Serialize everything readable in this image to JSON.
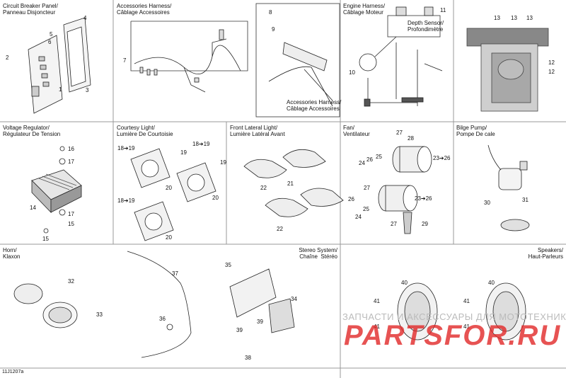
{
  "cells": {
    "circuit_breaker": {
      "title": "Circuit Breaker Panel/\nPanneau Disjoncteur",
      "callouts": [
        "1",
        "2",
        "3",
        "4",
        "5",
        "6"
      ]
    },
    "accessories_harness": {
      "title": "Accessories Harness/\nCâblage Accessoires",
      "callouts": [
        "7",
        "8",
        "9"
      ],
      "inset_label": "Accessories Harness/\nCâblage Accessoires"
    },
    "engine_harness": {
      "title": "Engine Harness/\nCâblage Moteur",
      "callouts": [
        "10",
        "11"
      ],
      "inset_label": "Depth Sensor/\nProfondimètre"
    },
    "engine_photo": {
      "callouts": [
        "13",
        "13",
        "13",
        "12",
        "12"
      ]
    },
    "voltage_regulator": {
      "title": "Voltage Regulator/\nRégulateur De Tension",
      "callouts": [
        "14",
        "15",
        "16",
        "17",
        "17",
        "15"
      ]
    },
    "courtesy_light": {
      "title": "Courtesy Light/\nLumière De Courtoisie",
      "callouts": [
        "18➔19",
        "18➔19",
        "18➔19",
        "19",
        "19",
        "20",
        "20",
        "20"
      ]
    },
    "front_lateral_light": {
      "title": "Front Lateral Light/\nLumière Latéral Avant",
      "callouts": [
        "21",
        "22",
        "22"
      ]
    },
    "fan": {
      "title": "Fan/\nVentilateur",
      "callouts": [
        "27",
        "28",
        "25",
        "26",
        "24",
        "23➔26",
        "27",
        "26",
        "25",
        "24",
        "23➔26",
        "27",
        "29"
      ]
    },
    "bilge_pump": {
      "title": "Bilge Pump/\nPompe De cale",
      "callouts": [
        "30",
        "31"
      ]
    },
    "horn": {
      "title": "Horn/\nKlaxon",
      "callouts": [
        "32",
        "33"
      ]
    },
    "stereo": {
      "title": "Stereo System/\nChaîne  Stéréo",
      "callouts": [
        "35",
        "37",
        "34",
        "36",
        "39",
        "39",
        "38"
      ]
    },
    "speakers": {
      "title": "Speakers/\nHaut-Parleurs",
      "callouts": [
        "40",
        "40",
        "41",
        "41",
        "41",
        "41"
      ]
    }
  },
  "watermark": {
    "line1": "ЗАПЧАСТИ И АКСЕССУАРЫ ДЛЯ МОТОТЕХНИКИ",
    "line2": "PARTSFOR.RU"
  },
  "footer": "11J1207a"
}
